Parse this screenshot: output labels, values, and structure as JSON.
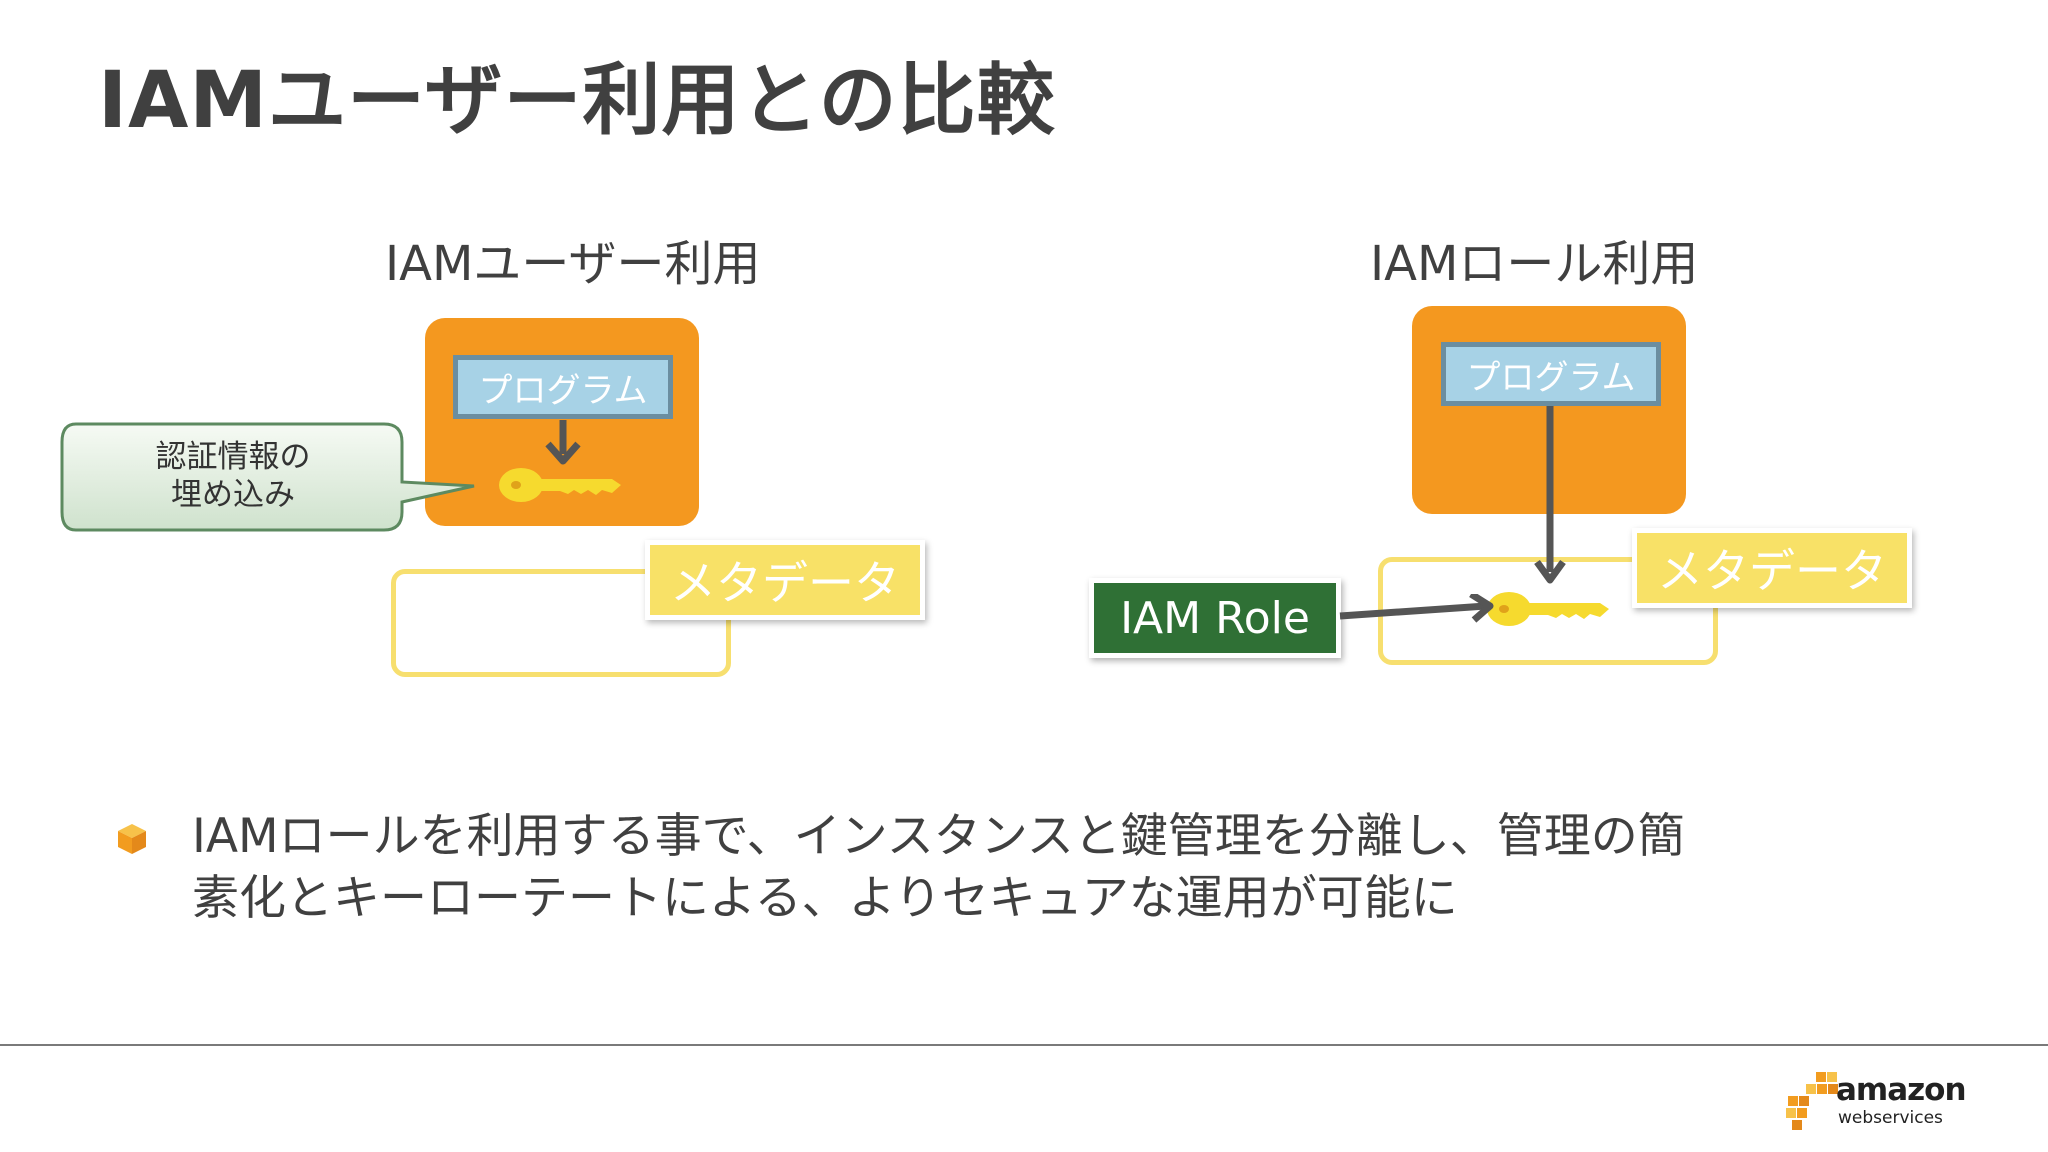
{
  "title": "IAMユーザー利用との比較",
  "left": {
    "heading": "IAMユーザー利用",
    "program_label": "プログラム",
    "metadata_label": "メタデータ",
    "callout_line1": "認証情報の",
    "callout_line2": "埋め込み"
  },
  "right": {
    "heading": "IAMロール利用",
    "program_label": "プログラム",
    "metadata_label": "メタデータ",
    "role_label": "IAM Role"
  },
  "bullet": {
    "line1": "IAMロールを利用する事で、インスタンスと鍵管理を分離し、管理の簡",
    "line2": "素化とキーローテートによる、よりセキュアな運用が可能に"
  },
  "footer": {
    "logo_line1": "amazon",
    "logo_line2": "webservices"
  },
  "colors": {
    "orange": "#f4981f",
    "program_fill": "#a7d2e6",
    "metadata_yellow": "#f8e167",
    "key_yellow": "#f6da2e",
    "role_green": "#2f7035",
    "arrow_gray": "#555555"
  }
}
